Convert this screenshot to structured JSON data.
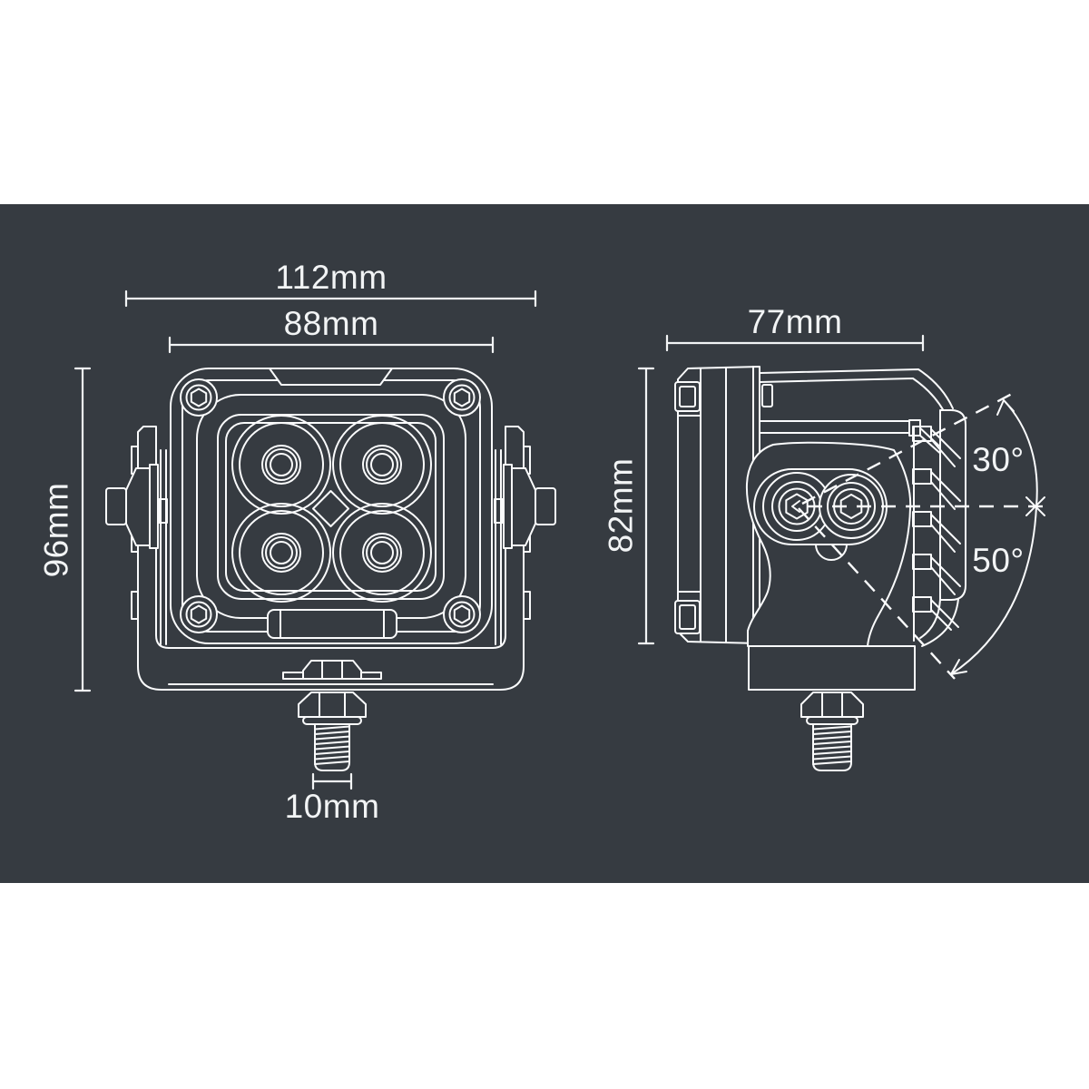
{
  "page": {
    "background_color": "#ffffff",
    "panel_color": "#363B41",
    "line_color": "#FAFBFC",
    "text_color": "#F2F4F5"
  },
  "front_view": {
    "dimensions": {
      "overall_width": "112mm",
      "lens_width": "88mm",
      "overall_height": "96mm",
      "mounting_stud": "10mm"
    }
  },
  "side_view": {
    "dimensions": {
      "depth": "77mm",
      "height": "82mm",
      "tilt_up": "30°",
      "tilt_down": "50°"
    }
  }
}
